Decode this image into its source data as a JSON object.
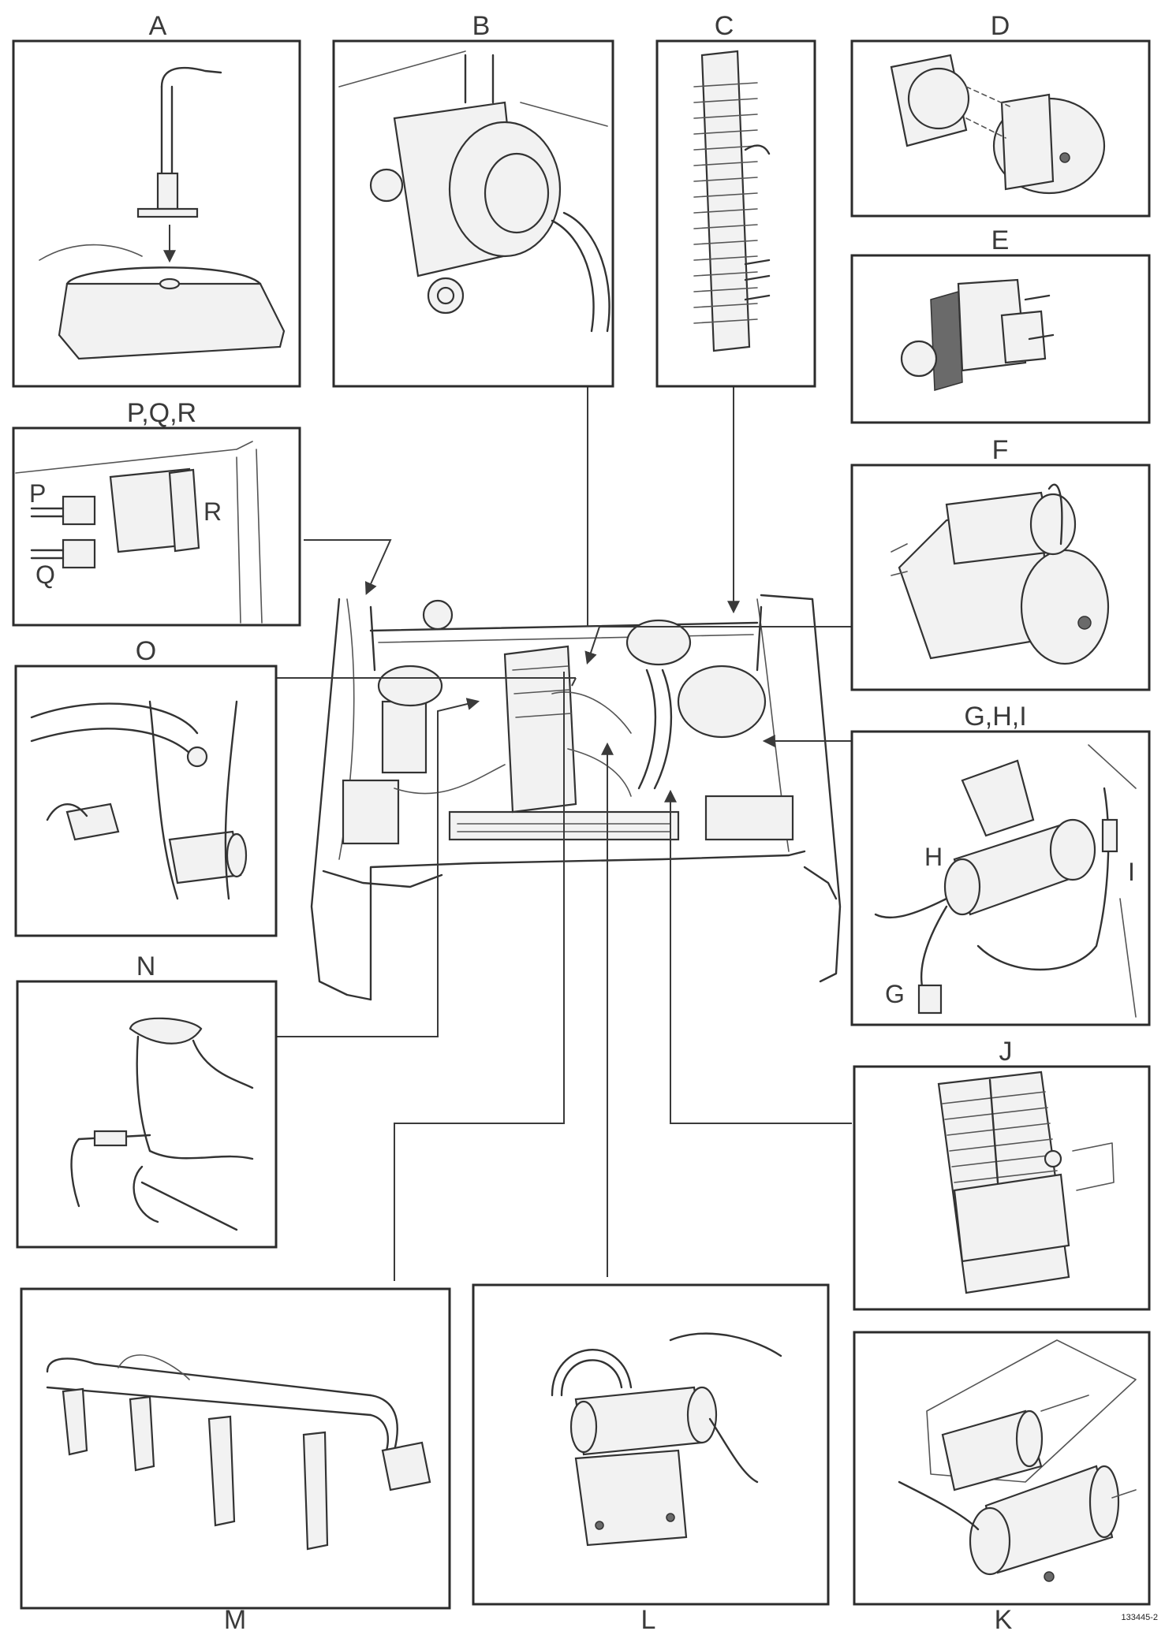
{
  "panels": [
    {
      "id": "A",
      "label": "A"
    },
    {
      "id": "B",
      "label": "B"
    },
    {
      "id": "C",
      "label": "C"
    },
    {
      "id": "D",
      "label": "D"
    },
    {
      "id": "E",
      "label": "E"
    },
    {
      "id": "F",
      "label": "F"
    },
    {
      "id": "PQR",
      "label": "P,Q,R",
      "inner": [
        "P",
        "Q",
        "R"
      ]
    },
    {
      "id": "O",
      "label": "O"
    },
    {
      "id": "GHI",
      "label": "G,H,I",
      "inner": [
        "H",
        "I",
        "G"
      ]
    },
    {
      "id": "N",
      "label": "N"
    },
    {
      "id": "J",
      "label": "J"
    },
    {
      "id": "M",
      "label": "M"
    },
    {
      "id": "L",
      "label": "L"
    },
    {
      "id": "K",
      "label": "K"
    }
  ],
  "reference_number": "133445-2",
  "colors": {
    "ink": "#333333",
    "paper": "#ffffff"
  }
}
